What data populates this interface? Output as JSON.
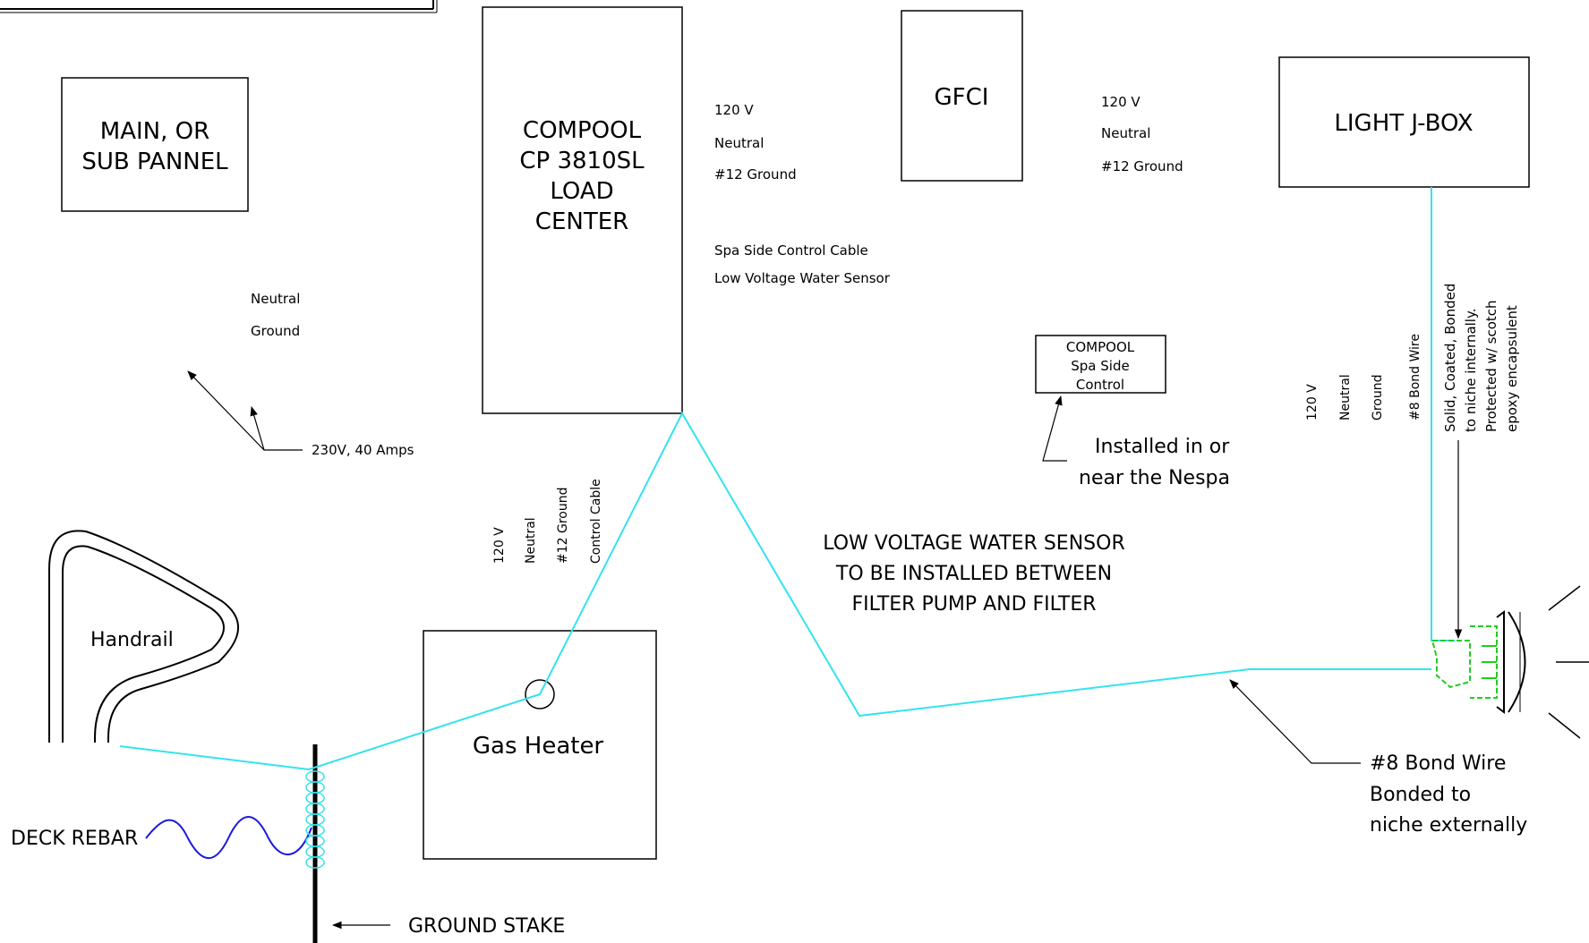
{
  "boxes": {
    "main_panel": [
      "MAIN, OR",
      "SUB PANNEL"
    ],
    "load_center": [
      "COMPOOL",
      "CP 3810SL",
      "LOAD",
      "CENTER"
    ],
    "gfci": "GFCI",
    "light_jbox": "LIGHT J-BOX",
    "spa_side_control": [
      "COMPOOL",
      "Spa Side",
      "Control"
    ],
    "gas_heater": "Gas Heater"
  },
  "wire_labels": {
    "load_center_out": [
      "120 V",
      "Neutral",
      "#12 Ground",
      "Spa Side Control Cable",
      "Low Voltage Water Sensor"
    ],
    "gfci_out": [
      "120 V",
      "Neutral",
      "#12 Ground"
    ],
    "panel_feed": [
      "Neutral",
      "Ground"
    ],
    "panel_feed_rating": "230V, 40 Amps",
    "heater_feed": [
      "120 V",
      "Neutral",
      "#12 Ground",
      "Control Cable"
    ],
    "light_feed": [
      "120 V",
      "Neutral",
      "Ground",
      "#8 Bond Wire"
    ],
    "light_internal_bond": [
      "Solid, Coated, Bonded",
      "to niche internally.",
      "Protected w/ scotch",
      "epoxy encapsulent"
    ]
  },
  "annotations": {
    "spa_control_note": [
      "Installed in or",
      "near the Nespa"
    ],
    "water_sensor_note": [
      "LOW VOLTAGE WATER SENSOR",
      "TO BE INSTALLED BETWEEN",
      "FILTER PUMP AND FILTER"
    ],
    "bond_wire_note": [
      "#8 Bond Wire",
      "Bonded to",
      "niche externally"
    ],
    "handrail": "Handrail",
    "deck_rebar": "DECK REBAR",
    "ground_stake": "GROUND STAKE"
  },
  "colors": {
    "bond_wire": "#33e3ee",
    "rebar": "#1a1adc",
    "light_fixture": "#22cc22",
    "outline": "#000000"
  }
}
